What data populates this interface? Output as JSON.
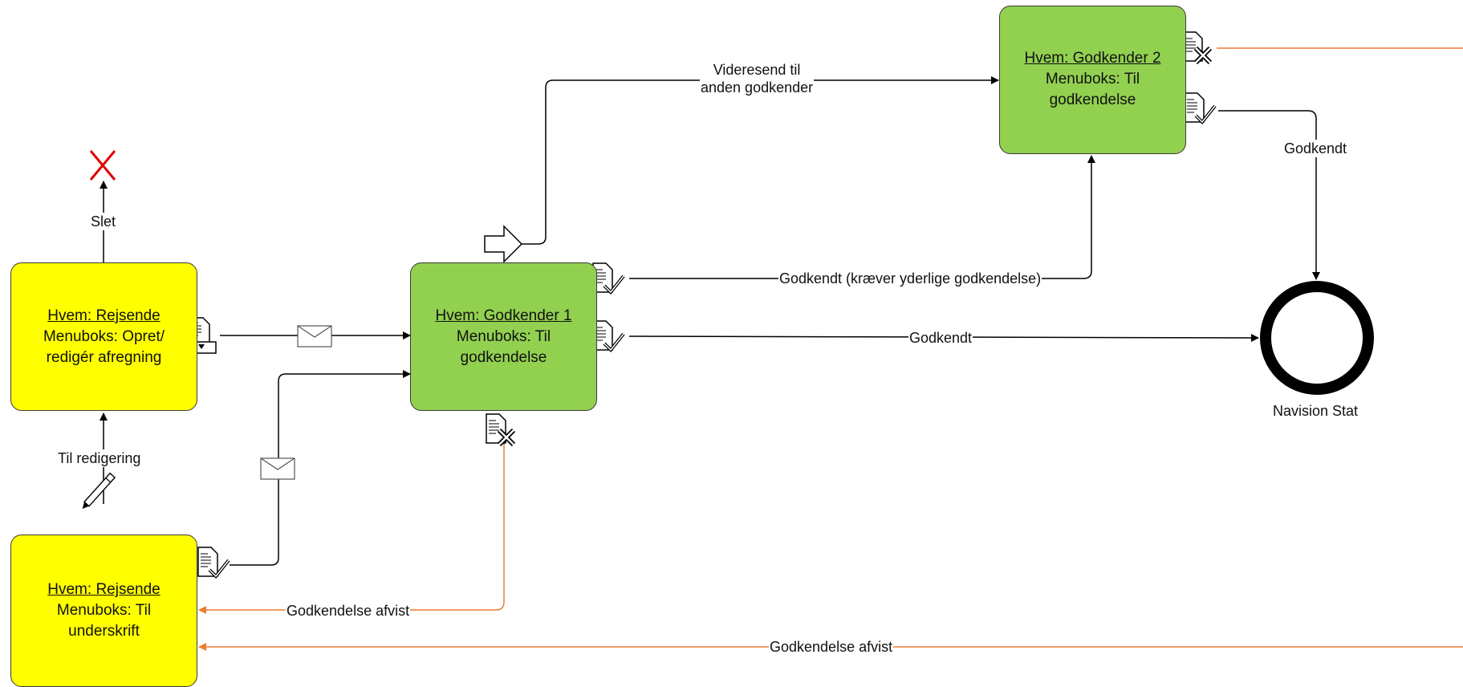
{
  "colors": {
    "yellow": "#ffff00",
    "green": "#92d050",
    "orange": "#ed7d31",
    "line": "#000000"
  },
  "boxes": {
    "rejsende_1": {
      "who": "Hvem: Rejsende",
      "line1": "Menuboks: Opret/",
      "line2": "redigér afregning"
    },
    "rejsende_2": {
      "who": "Hvem: Rejsende",
      "line1": "Menuboks: Til",
      "line2": "underskrift"
    },
    "godkender_1": {
      "who": "Hvem: Godkender 1",
      "line1": "Menuboks: Til",
      "line2": "godkendelse"
    },
    "godkender_2": {
      "who": "Hvem: Godkender 2",
      "line1": "Menuboks: Til",
      "line2": "godkendelse"
    }
  },
  "end_event": {
    "label": "Navision Stat"
  },
  "labels": {
    "slet": "Slet",
    "til_redigering": "Til redigering",
    "videresend_1": "Videresend til",
    "videresend_2": "anden godkender",
    "godkendt_kraever": "Godkendt (kræver yderlige godkendelse)",
    "godkendt_main": "Godkendt",
    "godkendt_right": "Godkendt",
    "afvist_1": "Godkendelse afvist",
    "afvist_2": "Godkendelse afvist"
  },
  "icons": [
    "delete-x-icon",
    "download-document-icon",
    "approved-document-icon",
    "rejected-document-icon",
    "envelope-icon",
    "pencil-icon",
    "forward-arrow-icon"
  ]
}
